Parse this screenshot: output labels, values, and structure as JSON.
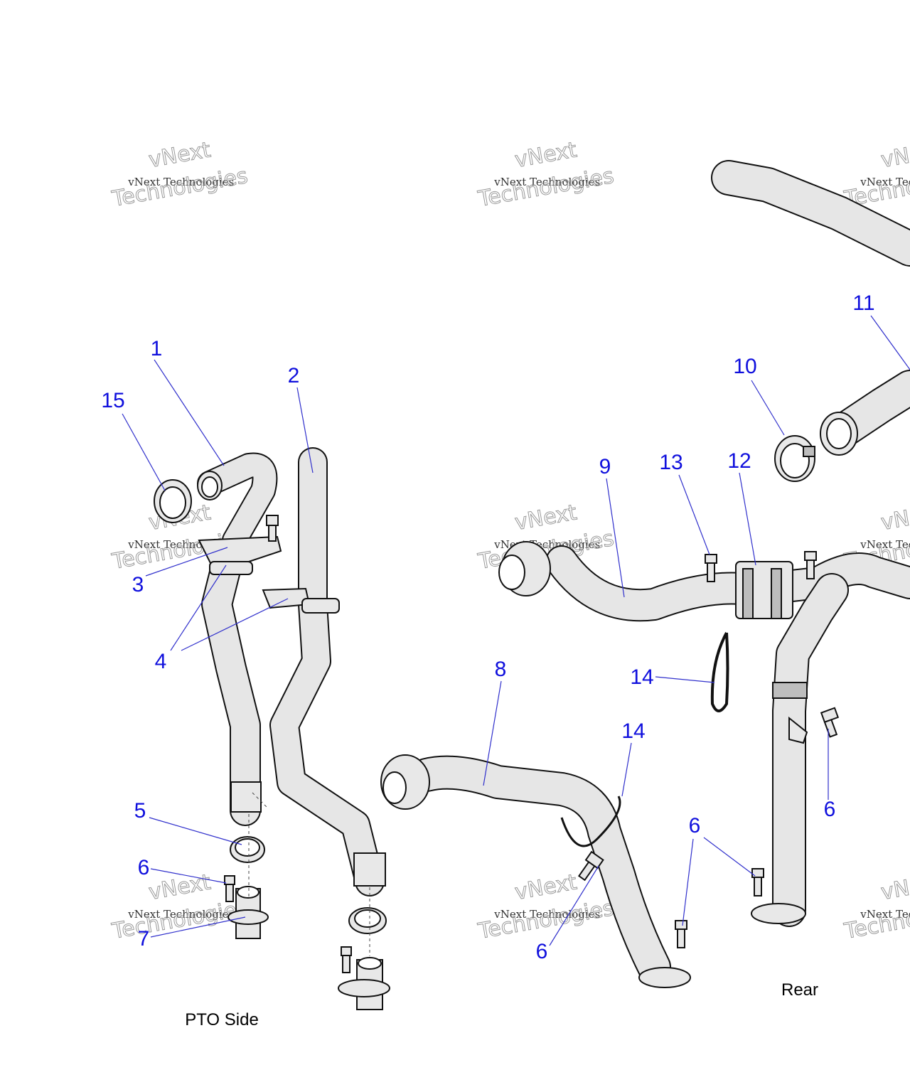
{
  "callouts": [
    "1",
    "2",
    "3",
    "4",
    "5",
    "6",
    "7",
    "8",
    "9",
    "10",
    "11",
    "12",
    "13",
    "14",
    "15"
  ],
  "view_labels": {
    "pto": "PTO Side",
    "rear": "Rear"
  },
  "watermark": {
    "line1": "vNext",
    "line2": "vNext Technologies",
    "line3": "Technologies"
  },
  "colors": {
    "callout": "#1010dd",
    "leader": "#3030cc",
    "part_fill": "#e8e8e8",
    "outline": "#111111"
  }
}
